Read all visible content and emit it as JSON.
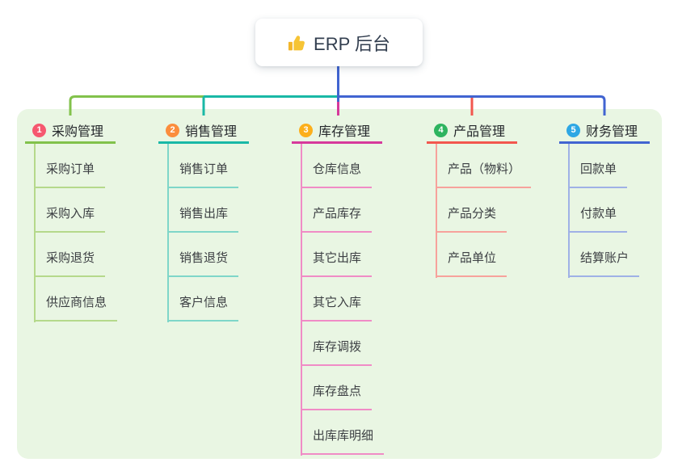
{
  "root": {
    "label": "ERP 后台",
    "icon": "thumbs-up-icon"
  },
  "colors": {
    "canvas": "#ffffff",
    "panel_bg": "#e9f6e3",
    "root_text": "#323e4f",
    "thumb": "#f3b62b"
  },
  "branches": [
    {
      "badge": "1",
      "label": "采购管理",
      "badge_color": "#f6586f",
      "line_color": "#82c24b",
      "child_line_color": "#b5d98b",
      "children": [
        "采购订单",
        "采购入库",
        "采购退货",
        "供应商信息"
      ]
    },
    {
      "badge": "2",
      "label": "销售管理",
      "badge_color": "#fb8d3d",
      "line_color": "#19b8a6",
      "child_line_color": "#7fd6c9",
      "children": [
        "销售订单",
        "销售出库",
        "销售退货",
        "客户信息"
      ]
    },
    {
      "badge": "3",
      "label": "库存管理",
      "badge_color": "#fcaf1b",
      "line_color": "#d6399b",
      "child_line_color": "#f08cc6",
      "children": [
        "仓库信息",
        "产品库存",
        "其它出库",
        "其它入库",
        "库存调拨",
        "库存盘点",
        "出库库明细"
      ]
    },
    {
      "badge": "4",
      "label": "产品管理",
      "badge_color": "#2eb45f",
      "line_color": "#f2574e",
      "child_line_color": "#f7a29c",
      "children": [
        "产品（物料）",
        "产品分类",
        "产品单位"
      ]
    },
    {
      "badge": "5",
      "label": "财务管理",
      "badge_color": "#2ea7e4",
      "line_color": "#4164d1",
      "child_line_color": "#9fb1e6",
      "children": [
        "回款单",
        "付款单",
        "结算账户"
      ]
    }
  ]
}
